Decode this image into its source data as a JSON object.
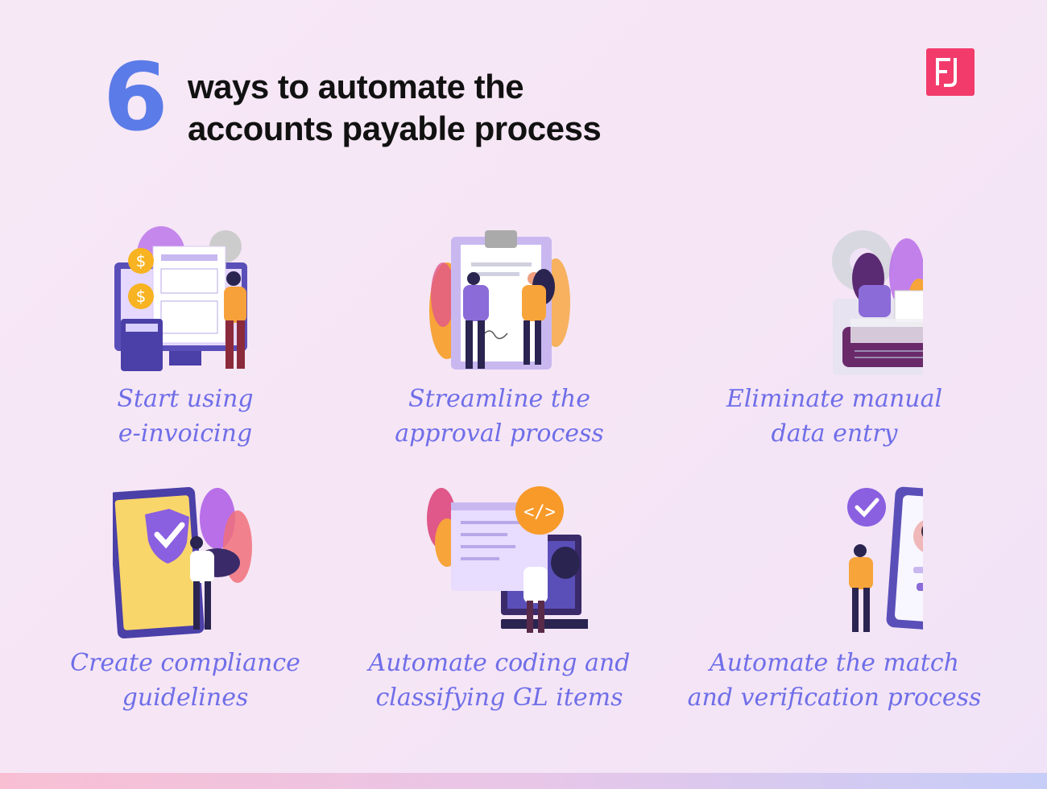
{
  "header": {
    "number": "6",
    "title_line1": "ways to automate the",
    "title_line2": "accounts payable process"
  },
  "logo": {
    "icon": "brand-logo-icon",
    "color": "#f23b6b"
  },
  "colors": {
    "accent": "#5b7be8",
    "label": "#6f6ee8",
    "purple": "#7b5ff0",
    "orange": "#f7a43a"
  },
  "ways": [
    {
      "line1": "Start using",
      "line2": "e-invoicing",
      "icon": "invoice-monitor-illustration"
    },
    {
      "line1": "Streamline the",
      "line2": "approval process",
      "icon": "clipboard-approval-illustration"
    },
    {
      "line1": "Eliminate manual",
      "line2": "data entry",
      "icon": "data-entry-illustration"
    },
    {
      "line1": "Create compliance",
      "line2": "guidelines",
      "icon": "shield-check-tablet-illustration"
    },
    {
      "line1": "Automate coding and",
      "line2": "classifying GL items",
      "icon": "code-laptop-illustration"
    },
    {
      "line1": "Automate the match",
      "line2": "and verification process",
      "icon": "id-verification-phone-illustration"
    }
  ]
}
